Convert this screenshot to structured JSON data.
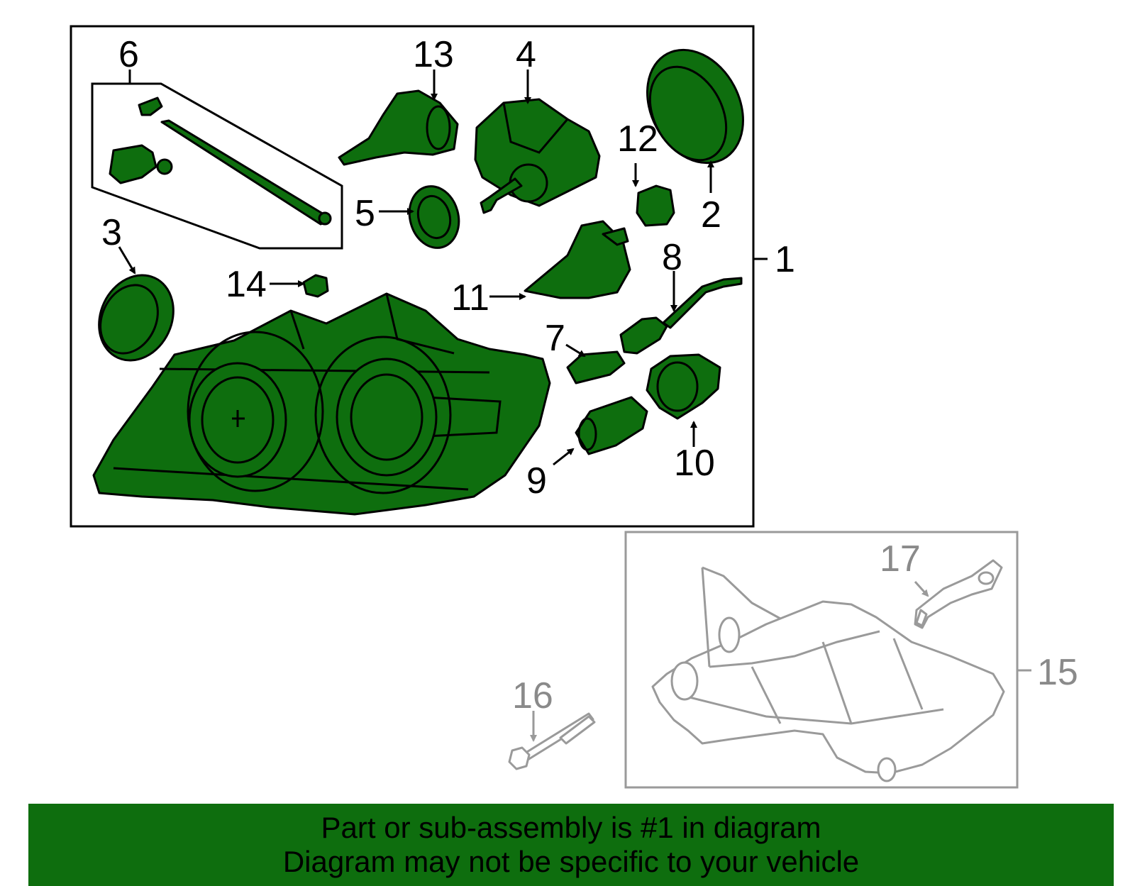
{
  "colors": {
    "part_fill": "#0e6e0e",
    "footer_bg": "#0e6e0e",
    "grey_parts": "#9a9a9a",
    "outline": "#000000"
  },
  "callouts": {
    "c1": "1",
    "c2": "2",
    "c3": "3",
    "c4": "4",
    "c5": "5",
    "c6": "6",
    "c7": "7",
    "c8": "8",
    "c9": "9",
    "c10": "10",
    "c11": "11",
    "c12": "12",
    "c13": "13",
    "c14": "14",
    "c15": "15",
    "c16": "16",
    "c17": "17"
  },
  "footer": {
    "line1": "Part or sub-assembly is #1 in diagram",
    "line2": "Diagram may not be specific to your vehicle"
  }
}
